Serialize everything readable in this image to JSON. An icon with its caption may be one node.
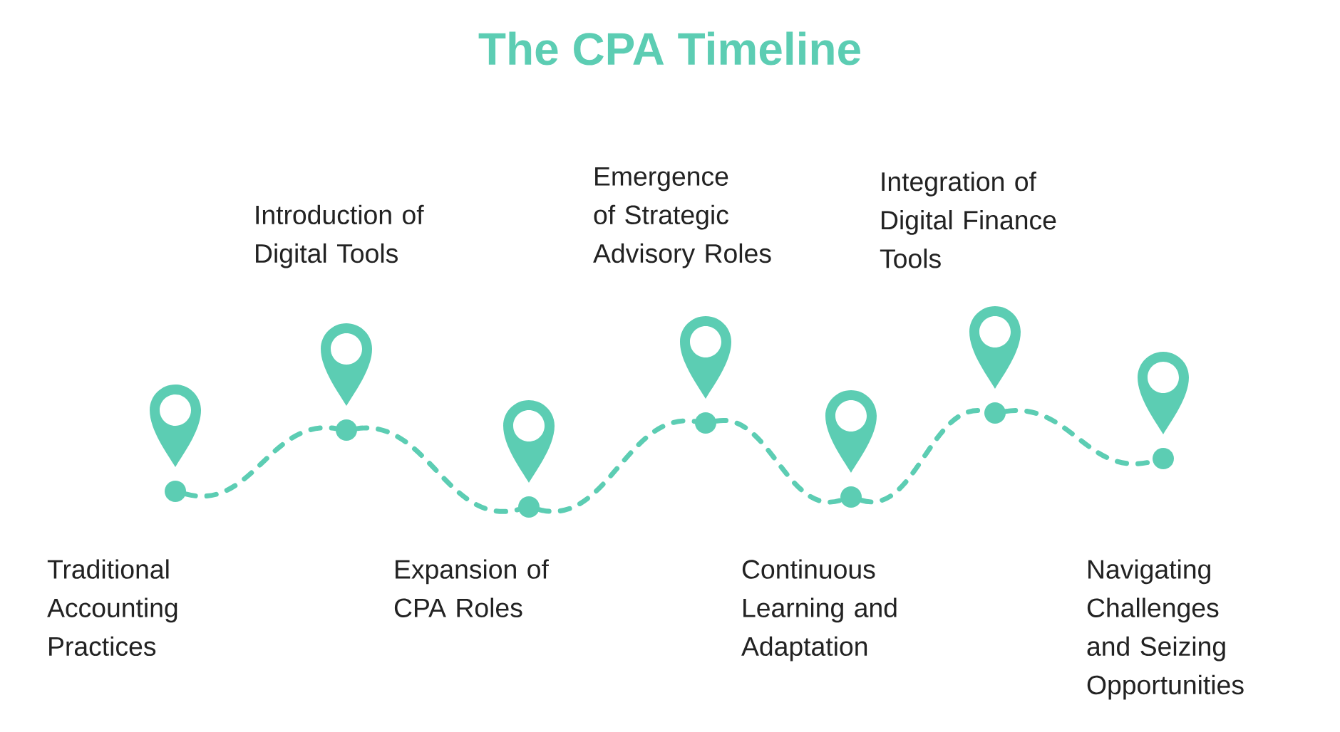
{
  "diagram": {
    "title": "The CPA Timeline",
    "nodes": [
      {
        "text": [
          "Traditional Accounting Practices"
        ]
      },
      {
        "text": [
          "Introduction of Digital Tools"
        ]
      },
      {
        "text": [
          "Expansion of CPA Roles"
        ]
      },
      {
        "text": [
          "Emergence of Strategic Advisory Roles"
        ]
      },
      {
        "text": [
          "Continuous Learning and Adaptation"
        ]
      },
      {
        "text": [
          "Integration of Digital Finance Tools"
        ]
      },
      {
        "text": [
          "Navigating Challenges and Seizing Opportunities"
        ]
      }
    ],
    "edges": [
      {
        "from": 0,
        "to": 1,
        "arrow": "none",
        "style": "dashed"
      },
      {
        "from": 1,
        "to": 2,
        "arrow": "none",
        "style": "dashed"
      },
      {
        "from": 2,
        "to": 3,
        "arrow": "none",
        "style": "dashed"
      },
      {
        "from": 3,
        "to": 4,
        "arrow": "none",
        "style": "dashed"
      },
      {
        "from": 4,
        "to": 5,
        "arrow": "none",
        "style": "dashed"
      },
      {
        "from": 5,
        "to": 6,
        "arrow": "none",
        "style": "dashed"
      }
    ]
  }
}
